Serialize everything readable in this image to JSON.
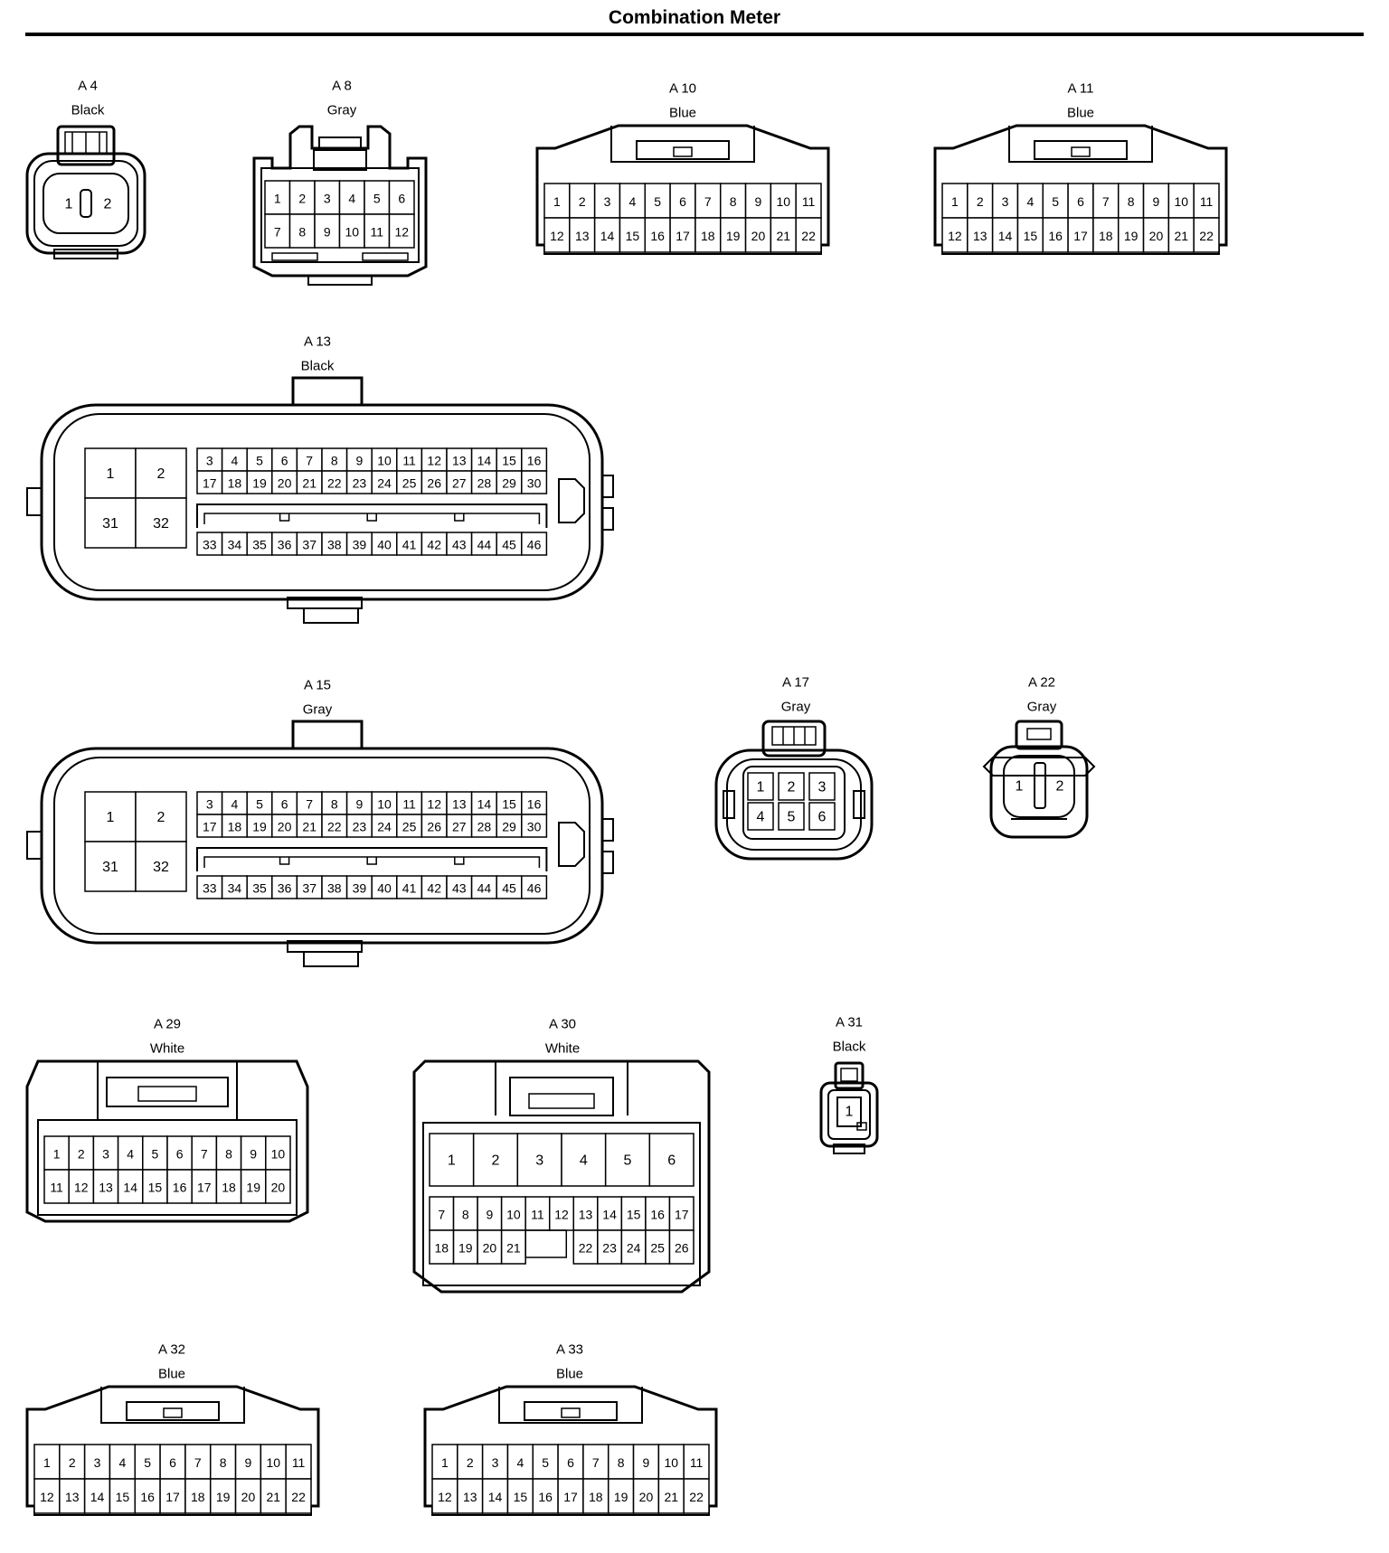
{
  "title": "Combination Meter",
  "connectors": [
    {
      "id": "A 4",
      "color": "Black",
      "style": "oval2"
    },
    {
      "id": "A 8",
      "color": "Gray",
      "style": "latch12"
    },
    {
      "id": "A 10",
      "color": "Blue",
      "style": "block22"
    },
    {
      "id": "A 11",
      "color": "Blue",
      "style": "block22"
    },
    {
      "id": "A 13",
      "color": "Black",
      "style": "large46"
    },
    {
      "id": "A 15",
      "color": "Gray",
      "style": "large46"
    },
    {
      "id": "A 17",
      "color": "Gray",
      "style": "oval6"
    },
    {
      "id": "A 22",
      "color": "Gray",
      "style": "oval2b"
    },
    {
      "id": "A 29",
      "color": "White",
      "style": "block20"
    },
    {
      "id": "A 30",
      "color": "White",
      "style": "block26"
    },
    {
      "id": "A 31",
      "color": "Black",
      "style": "single1"
    },
    {
      "id": "A 32",
      "color": "Blue",
      "style": "block22"
    },
    {
      "id": "A 33",
      "color": "Blue",
      "style": "block22"
    }
  ],
  "pins": {
    "p2": [
      "1",
      "2"
    ],
    "p6": [
      "1",
      "2",
      "3",
      "4",
      "5",
      "6"
    ],
    "p12": [
      "1",
      "2",
      "3",
      "4",
      "5",
      "6",
      "7",
      "8",
      "9",
      "10",
      "11",
      "12"
    ],
    "p22": [
      "1",
      "2",
      "3",
      "4",
      "5",
      "6",
      "7",
      "8",
      "9",
      "10",
      "11",
      "12",
      "13",
      "14",
      "15",
      "16",
      "17",
      "18",
      "19",
      "20",
      "21",
      "22"
    ],
    "p20": [
      "1",
      "2",
      "3",
      "4",
      "5",
      "6",
      "7",
      "8",
      "9",
      "10",
      "11",
      "12",
      "13",
      "14",
      "15",
      "16",
      "17",
      "18",
      "19",
      "20"
    ],
    "p26": [
      "1",
      "2",
      "3",
      "4",
      "5",
      "6",
      "7",
      "8",
      "9",
      "10",
      "11",
      "12",
      "13",
      "14",
      "15",
      "16",
      "17",
      "18",
      "19",
      "20",
      "21",
      "22",
      "23",
      "24",
      "25",
      "26"
    ],
    "p1": [
      "1"
    ],
    "large_big": [
      "1",
      "2",
      "31",
      "32"
    ],
    "large_row1": [
      "3",
      "4",
      "5",
      "6",
      "7",
      "8",
      "9",
      "10",
      "11",
      "12",
      "13",
      "14",
      "15",
      "16"
    ],
    "large_row2": [
      "17",
      "18",
      "19",
      "20",
      "21",
      "22",
      "23",
      "24",
      "25",
      "26",
      "27",
      "28",
      "29",
      "30"
    ],
    "large_row3": [
      "33",
      "34",
      "35",
      "36",
      "37",
      "38",
      "39",
      "40",
      "41",
      "42",
      "43",
      "44",
      "45",
      "46"
    ]
  }
}
